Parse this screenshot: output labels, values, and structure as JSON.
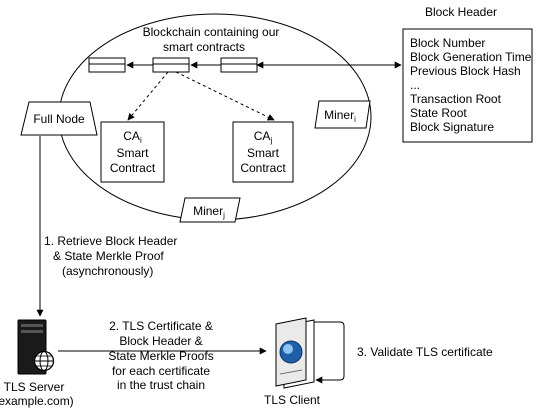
{
  "blockchain": {
    "title_line1": "Blockchain containing our",
    "title_line2": "smart contracts"
  },
  "full_node": {
    "label": "Full Node"
  },
  "miner_right": {
    "label": "Miner",
    "subscript": "i"
  },
  "miner_bottom": {
    "label": "Miner",
    "subscript": "j"
  },
  "ca_i": {
    "name": "CA",
    "subscript": "i",
    "line2": "Smart",
    "line3": "Contract"
  },
  "ca_j": {
    "name": "CA",
    "subscript": "j",
    "line2": "Smart",
    "line3": "Contract"
  },
  "block_header": {
    "title": "Block Header",
    "fields": [
      "Block Number",
      "Block Generation Time",
      "Previous Block Hash",
      "...",
      "Transaction Root",
      "State Root",
      "Block Signature"
    ]
  },
  "step1": {
    "lines": [
      "1. Retrieve Block Header",
      "& State Merkle Proof",
      "(asynchronously)"
    ]
  },
  "step2": {
    "lines": [
      "2. TLS Certificate &",
      "Block Header &",
      "State Merkle Proofs",
      "for each certificate",
      "in the trust chain"
    ]
  },
  "step3": {
    "label": "3. Validate TLS certificate"
  },
  "tls_server": {
    "line1": "TLS Server",
    "line2": "(example.com)"
  },
  "tls_client": {
    "label": "TLS Client"
  }
}
